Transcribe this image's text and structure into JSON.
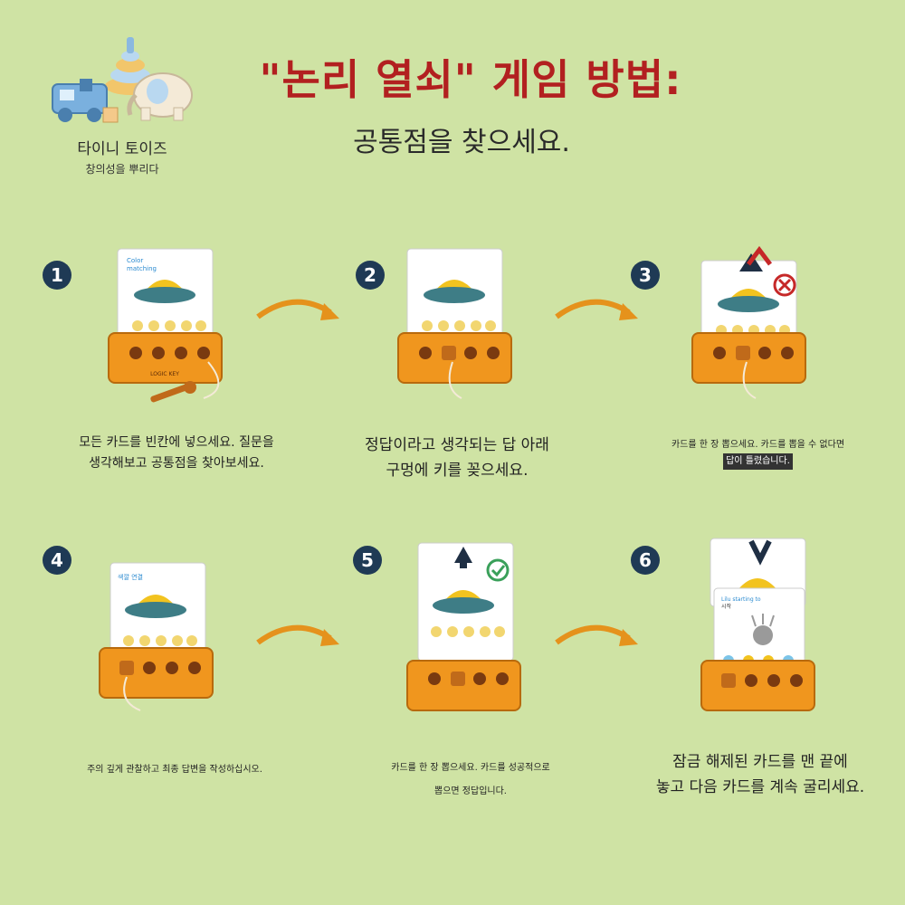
{
  "header": {
    "title": "\"논리 열쇠\" 게임 방법:",
    "subtitle": "공통점을 찾으세요."
  },
  "logo": {
    "brand": "타이니 토이즈",
    "tagline": "창의성을 뿌리다"
  },
  "colors": {
    "background": "#cfe3a4",
    "title": "#b22020",
    "badge": "#1f3a55",
    "arrow": "#e5921c",
    "base": "#f0961e"
  },
  "steps": [
    {
      "number": "1",
      "caption": [
        "모든 카드를 빈칸에 넣으세요. 질문을",
        "생각해보고 공통점을 찾아보세요."
      ]
    },
    {
      "number": "2",
      "caption": [
        "정답이라고 생각되는 답 아래",
        "구멍에 키를 꽂으세요."
      ]
    },
    {
      "number": "3",
      "caption": [
        "카드를 한 장 뽑으세요. 카드를 뽑을 수 없다면",
        "답이 틀렸습니다."
      ]
    },
    {
      "number": "4",
      "caption": [
        "주의 깊게 관찰하고 최종 답변을 작성하십시오."
      ]
    },
    {
      "number": "5",
      "caption": [
        "카드를 한 장 뽑으세요. 카드를 성공적으로",
        "뽑으면 정답입니다."
      ]
    },
    {
      "number": "6",
      "caption": [
        "잠금 해제된 카드를 맨 끝에",
        "놓고 다음 카드를 계속 굴리세요."
      ]
    }
  ],
  "card": {
    "title_line1": "Color",
    "title_line2": "matching",
    "title_line3": "색깔 연결",
    "back_title": "Lilu starting to",
    "back_sub": "시작",
    "base_label": "LOGIC KEY"
  }
}
